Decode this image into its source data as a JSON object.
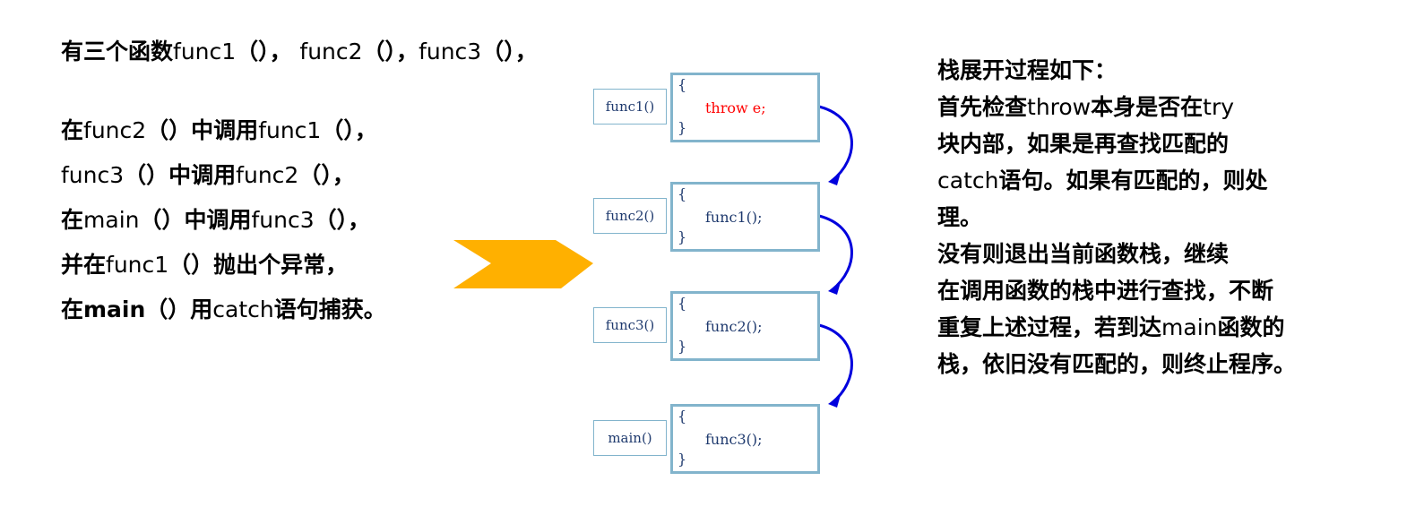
{
  "left_text": {
    "line0": [
      {
        "t": "有三个函数",
        "b": true
      },
      {
        "t": "func1",
        "b": false
      },
      {
        "t": "（）， ",
        "b": true
      },
      {
        "t": "func2",
        "b": false
      },
      {
        "t": "（），",
        "b": true
      },
      {
        "t": "func3",
        "b": false
      },
      {
        "t": "（），",
        "b": true
      }
    ],
    "lines": [
      [
        {
          "t": "在",
          "b": true
        },
        {
          "t": "func2",
          "b": false
        },
        {
          "t": "（）中调用",
          "b": true
        },
        {
          "t": "func1",
          "b": false
        },
        {
          "t": "（），",
          "b": true
        }
      ],
      [
        {
          "t": "func3",
          "b": false
        },
        {
          "t": "（）中调用",
          "b": true
        },
        {
          "t": "func2",
          "b": false
        },
        {
          "t": "（），",
          "b": true
        }
      ],
      [
        {
          "t": "在",
          "b": true
        },
        {
          "t": "main",
          "b": false
        },
        {
          "t": "（）中调用",
          "b": true
        },
        {
          "t": "func3",
          "b": false
        },
        {
          "t": "（），",
          "b": true
        }
      ],
      [
        {
          "t": "并在",
          "b": true
        },
        {
          "t": "func1",
          "b": false
        },
        {
          "t": "（）抛出个异常，",
          "b": true
        }
      ],
      [
        {
          "t": "在main（）用",
          "b": true
        },
        {
          "t": "catch",
          "b": false
        },
        {
          "t": "语句捕获。",
          "b": true
        }
      ]
    ]
  },
  "right_text": {
    "lines": [
      [
        {
          "t": "栈展开过程如下：",
          "b": true
        }
      ],
      [
        {
          "t": "首先检查",
          "b": true
        },
        {
          "t": "throw",
          "b": false
        },
        {
          "t": "本身是否在",
          "b": true
        },
        {
          "t": "try",
          "b": false
        }
      ],
      [
        {
          "t": "块内部，如果是再查找匹配的",
          "b": true
        }
      ],
      [
        {
          "t": "catch",
          "b": false
        },
        {
          "t": "语句。如果有匹配的，则处",
          "b": true
        }
      ],
      [
        {
          "t": "理。",
          "b": true
        }
      ],
      [
        {
          "t": "没有则退出当前函数栈，继续",
          "b": true
        }
      ],
      [
        {
          "t": "在调用函数的栈中进行查找，不断",
          "b": true
        }
      ],
      [
        {
          "t": "重复上述过程，若到达",
          "b": true
        },
        {
          "t": "main",
          "b": false
        },
        {
          "t": "函数的",
          "b": true
        }
      ],
      [
        {
          "t": "栈，依旧没有匹配的，则终止程序。",
          "b": true
        }
      ]
    ]
  },
  "stack": {
    "frames": [
      {
        "label": "func1()",
        "open": "{",
        "code": "throw e;",
        "close": "}",
        "code_color": "#ff0000"
      },
      {
        "label": "func2()",
        "open": "{",
        "code": "func1();",
        "close": "}",
        "code_color": "#1f3a6e"
      },
      {
        "label": "func3()",
        "open": "{",
        "code": "func2();",
        "close": "}",
        "code_color": "#1f3a6e"
      },
      {
        "label": "main()",
        "open": "{",
        "code": "func3();",
        "close": "}",
        "code_color": "#1f3a6e"
      }
    ]
  },
  "colors": {
    "frame_border": "#82b4cc",
    "label_text": "#1f3a6e",
    "throw_text": "#ff0000",
    "curve_arrow": "#0000dd",
    "big_arrow": "#ffb000"
  }
}
